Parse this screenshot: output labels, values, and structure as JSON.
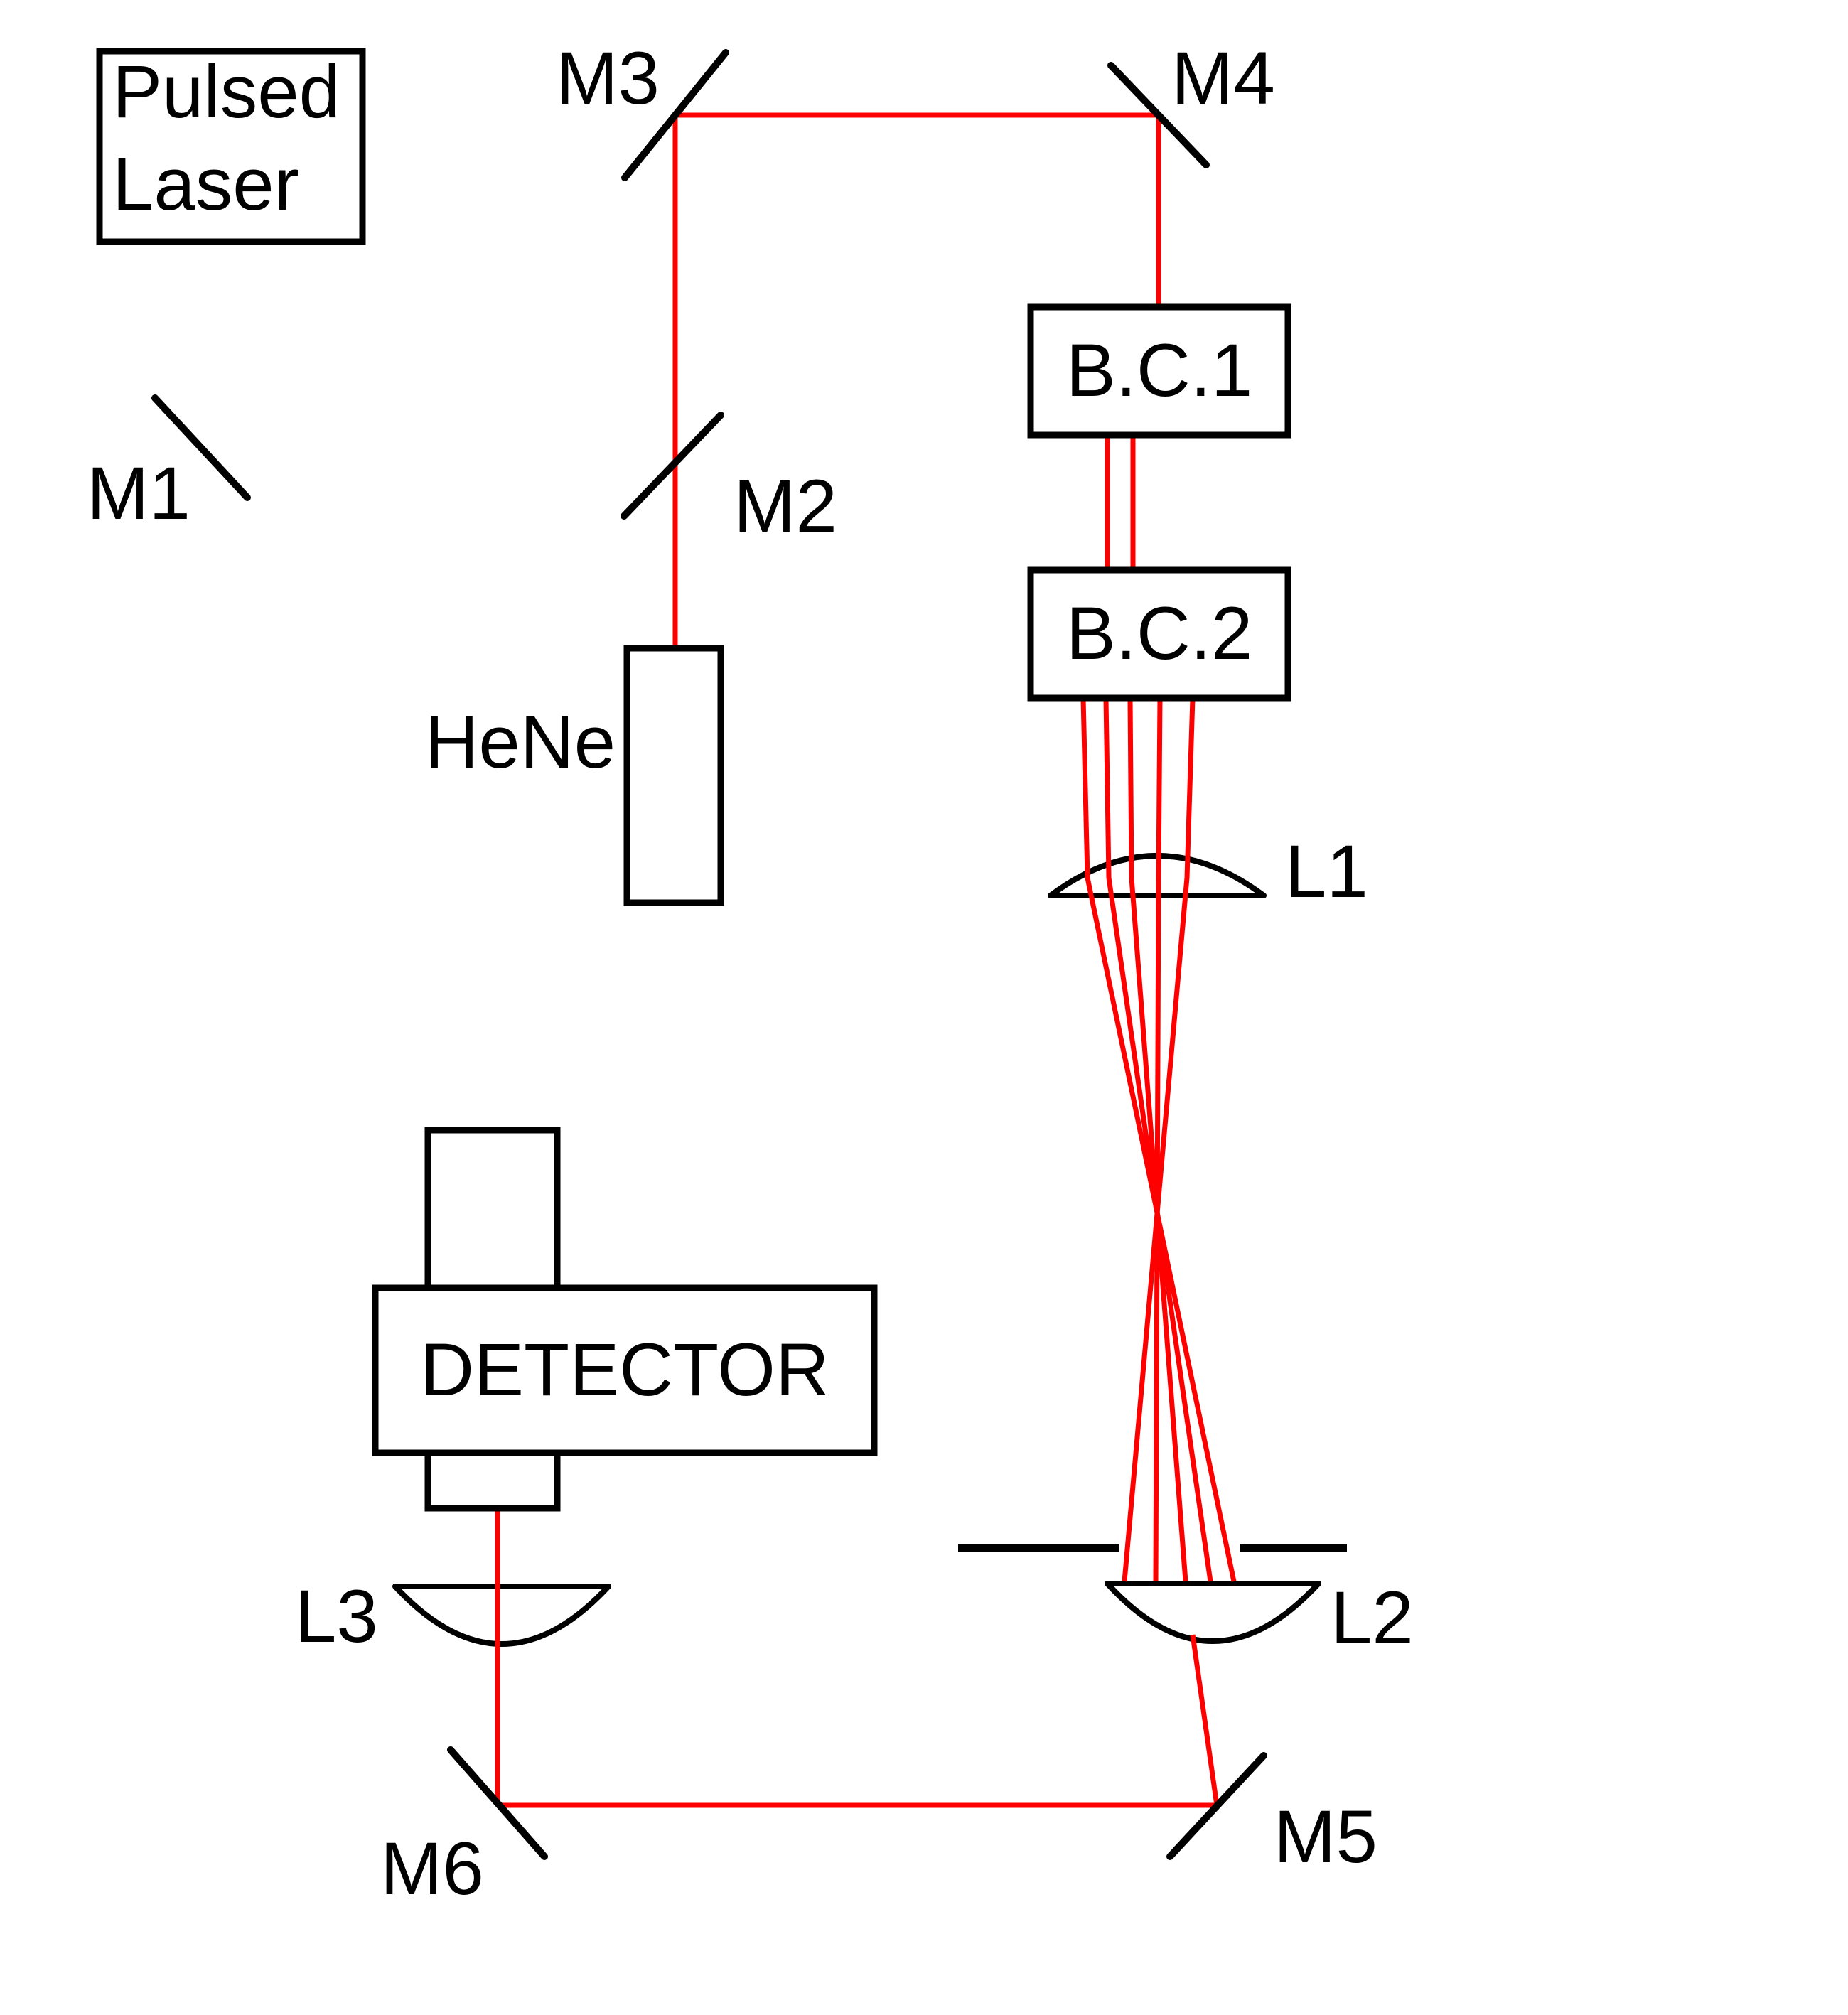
{
  "diagram": {
    "kind": "optical-bench-setup",
    "colors": {
      "background": "#ffffff",
      "outline": "#000000",
      "beam": "#ff0000"
    },
    "labels": {
      "pulsed_laser_1": "Pulsed",
      "pulsed_laser_2": "Laser",
      "m1": "M1",
      "m2": "M2",
      "m3": "M3",
      "m4": "M4",
      "m5": "M5",
      "m6": "M6",
      "bc1": "B.C.1",
      "bc2": "B.C.2",
      "hene": "HeNe",
      "detector": "DETECTOR",
      "l1": "L1",
      "l2": "L2",
      "l3": "L3"
    },
    "components": [
      {
        "id": "pulsed-laser",
        "kind": "source-box",
        "label": "Pulsed Laser"
      },
      {
        "id": "m1",
        "kind": "mirror",
        "label": "M1"
      },
      {
        "id": "m2",
        "kind": "mirror",
        "label": "M2"
      },
      {
        "id": "m3",
        "kind": "mirror",
        "label": "M3"
      },
      {
        "id": "m4",
        "kind": "mirror",
        "label": "M4"
      },
      {
        "id": "m5",
        "kind": "mirror",
        "label": "M5"
      },
      {
        "id": "m6",
        "kind": "mirror",
        "label": "M6"
      },
      {
        "id": "bc1",
        "kind": "beam-combiner-box",
        "label": "B.C.1"
      },
      {
        "id": "bc2",
        "kind": "beam-combiner-box",
        "label": "B.C.2"
      },
      {
        "id": "hene",
        "kind": "laser-box",
        "label": "HeNe"
      },
      {
        "id": "l1",
        "kind": "lens",
        "label": "L1"
      },
      {
        "id": "l2",
        "kind": "lens",
        "label": "L2"
      },
      {
        "id": "l3",
        "kind": "lens",
        "label": "L3"
      },
      {
        "id": "slit",
        "kind": "aperture",
        "label": ""
      },
      {
        "id": "detector",
        "kind": "detector-box",
        "label": "DETECTOR"
      }
    ]
  }
}
